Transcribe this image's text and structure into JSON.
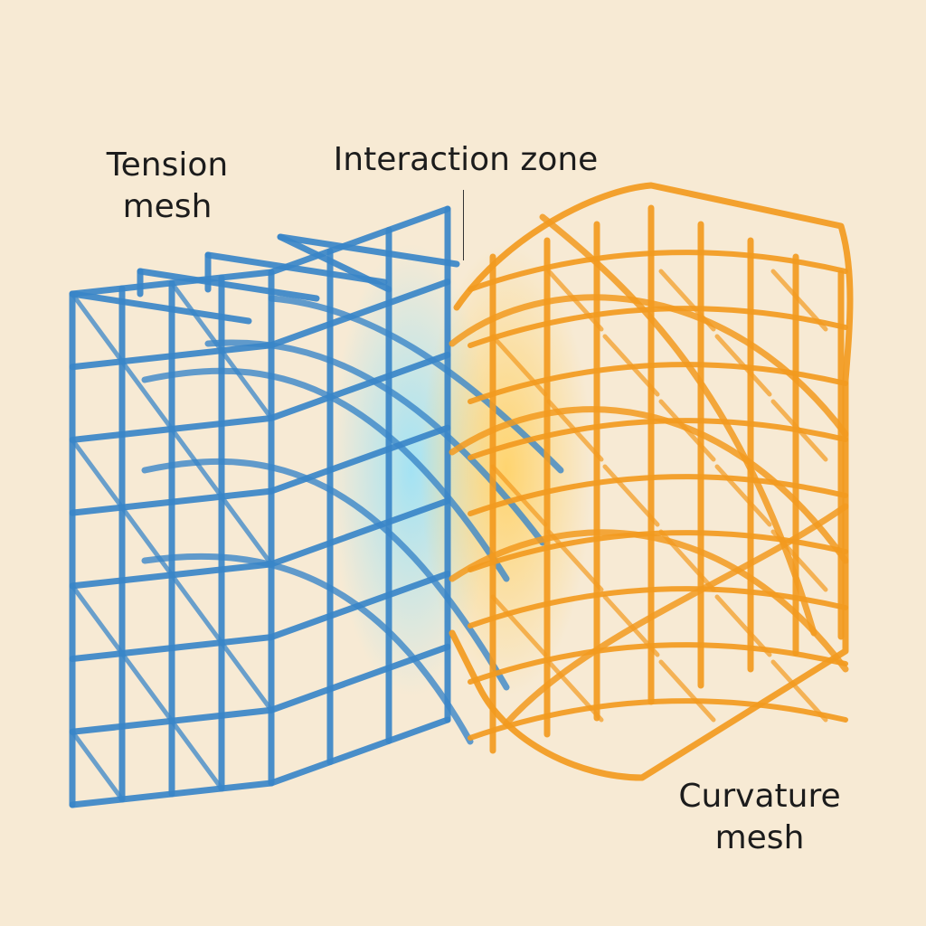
{
  "labels": {
    "tension": "Tension\nmesh",
    "interaction": "Interaction zone",
    "curvature": "Curvature\nmesh"
  },
  "colors": {
    "background": "#f7ead4",
    "tension_mesh": "#3a86c8",
    "curvature_mesh": "#f29a1f",
    "zone_glow_blue": "#8fd6ee",
    "zone_glow_orange": "#ffc64a",
    "text": "#1c1c1c"
  }
}
